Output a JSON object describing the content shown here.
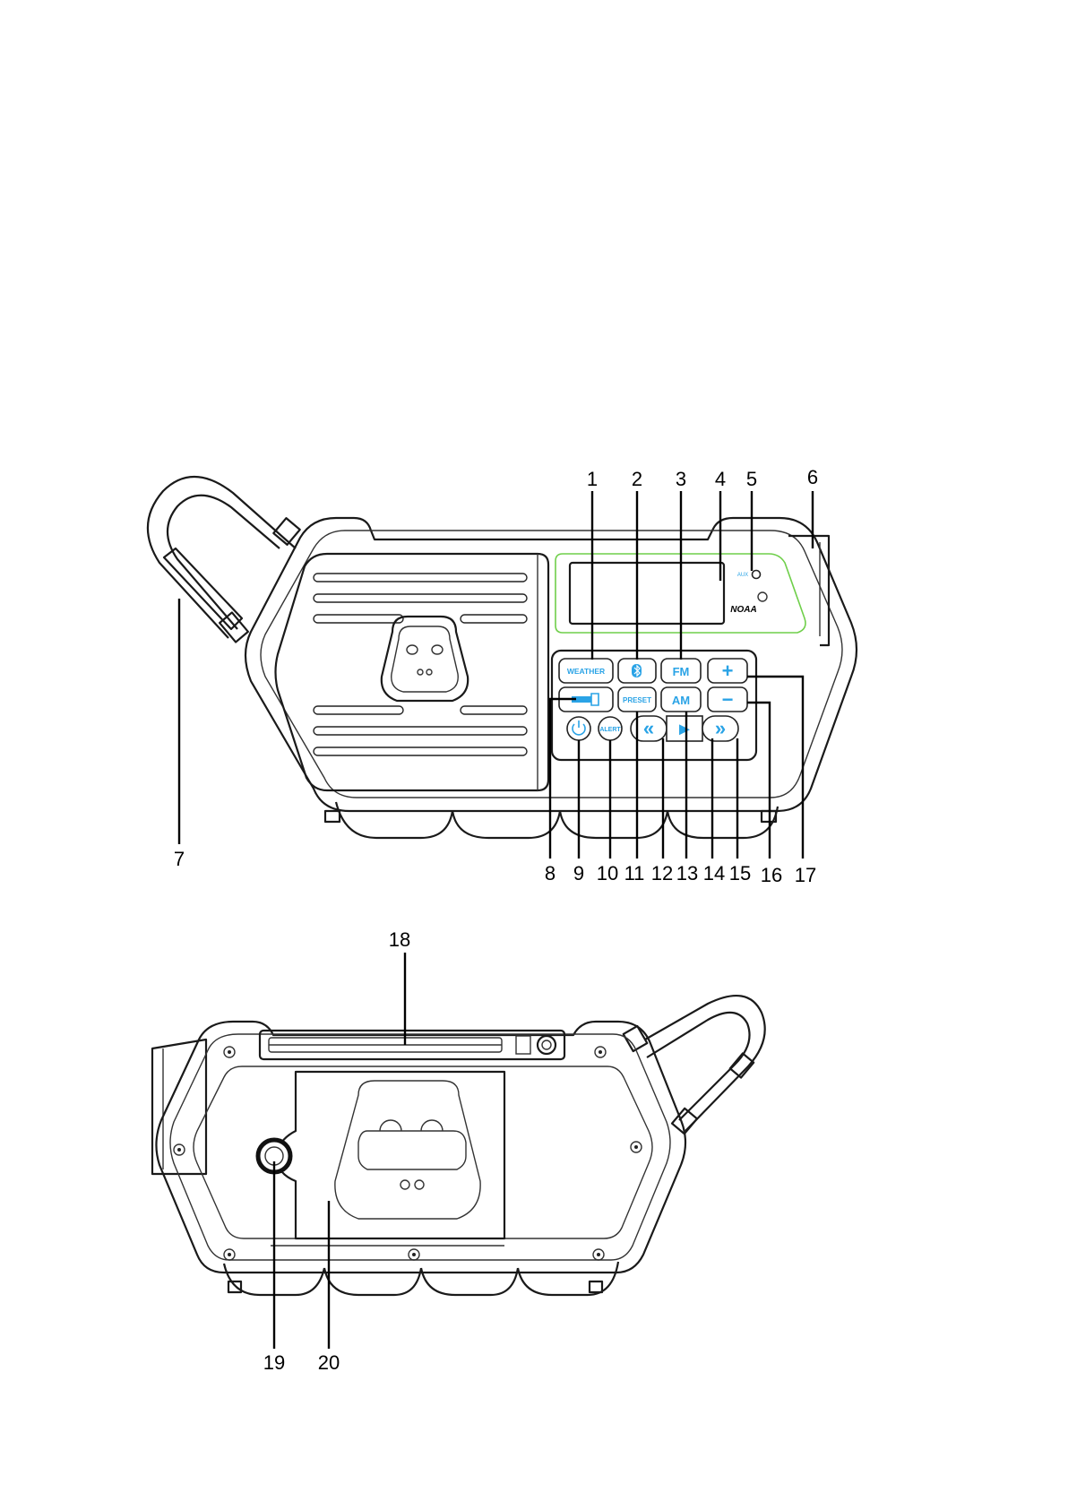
{
  "front": {
    "buttons": {
      "weather": "WEATHER",
      "fm": "FM",
      "am": "AM",
      "preset": "PRESET",
      "alert": "ALERT",
      "plus": "+",
      "minus": "−",
      "rewind": "«",
      "play": "►",
      "forward": "»"
    },
    "display_marks": {
      "aux": "AUX",
      "logo": "NOAA"
    }
  },
  "callouts": [
    "1",
    "2",
    "3",
    "4",
    "5",
    "6",
    "7",
    "8",
    "9",
    "10",
    "11",
    "12",
    "13",
    "14",
    "15",
    "16",
    "17",
    "18",
    "19",
    "20"
  ],
  "colors": {
    "accent": "#2aa3e6",
    "display_outline": "#6fcf4a",
    "line": "#1a1a1a"
  }
}
